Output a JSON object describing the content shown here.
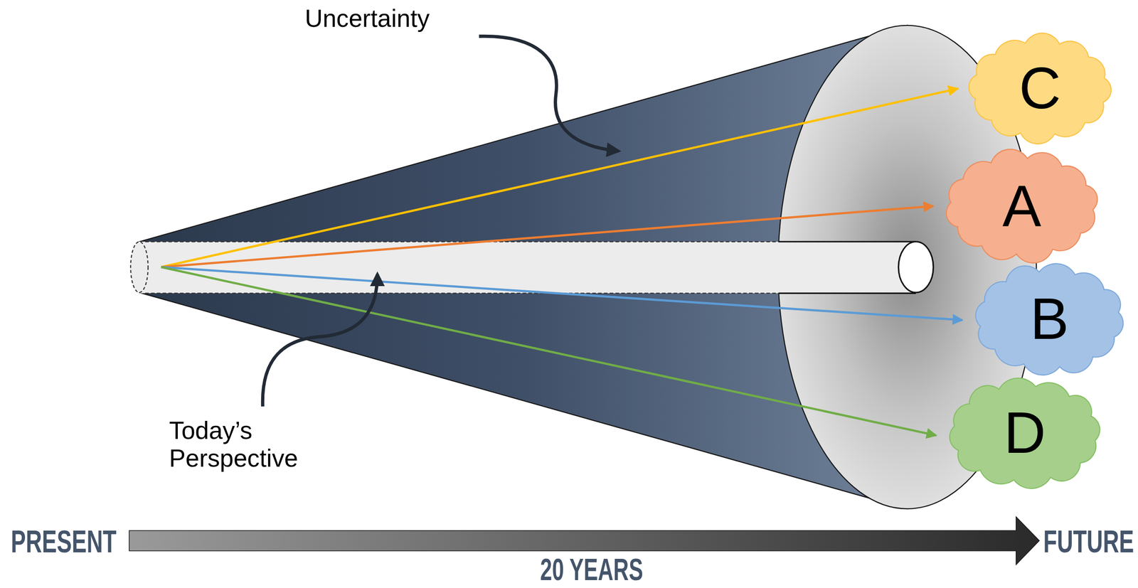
{
  "diagram": {
    "nodes": [
      {
        "text": [
          "C"
        ]
      },
      {
        "text": [
          "A"
        ]
      },
      {
        "text": [
          "B"
        ]
      },
      {
        "text": [
          "D"
        ]
      }
    ],
    "labels": [
      "Uncertainty",
      "Today’s Perspective",
      "PRESENT",
      "FUTURE",
      "20 YEARS"
    ]
  }
}
